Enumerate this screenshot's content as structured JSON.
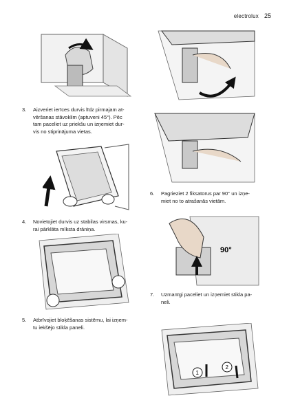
{
  "header": {
    "brand": "electrolux",
    "page_number": "25"
  },
  "steps": [
    {
      "number": "3.",
      "text": "Aizveriet ierīces durvis līdz pirmajam at-\nvēršanas stāvoklim (aptuveni 45°). Pēc\ntam paceliet uz priekšu un izņemiet dur-\nvis no stiprinājuma vietas."
    },
    {
      "number": "4.",
      "text": "Novietojiet durvis uz stabilas virsmas, ku-\nrai pārklāta mīksta drāniņa."
    },
    {
      "number": "5.",
      "text": "Atbrīvojiet bloķēšanas sistēmu, lai izņem-\ntu iekšējo stikla paneli."
    },
    {
      "number": "6.",
      "text": "Pagrieziet 2 fiksatorus par 90° un izņe-\nmiet no to atrašanās vietām."
    },
    {
      "number": "7.",
      "text": "Uzmanīgi paceliet un izņemiet stikla pa-\nneli."
    }
  ],
  "figure_labels": {
    "angle": "90°",
    "marker1": "1",
    "marker2": "2"
  }
}
